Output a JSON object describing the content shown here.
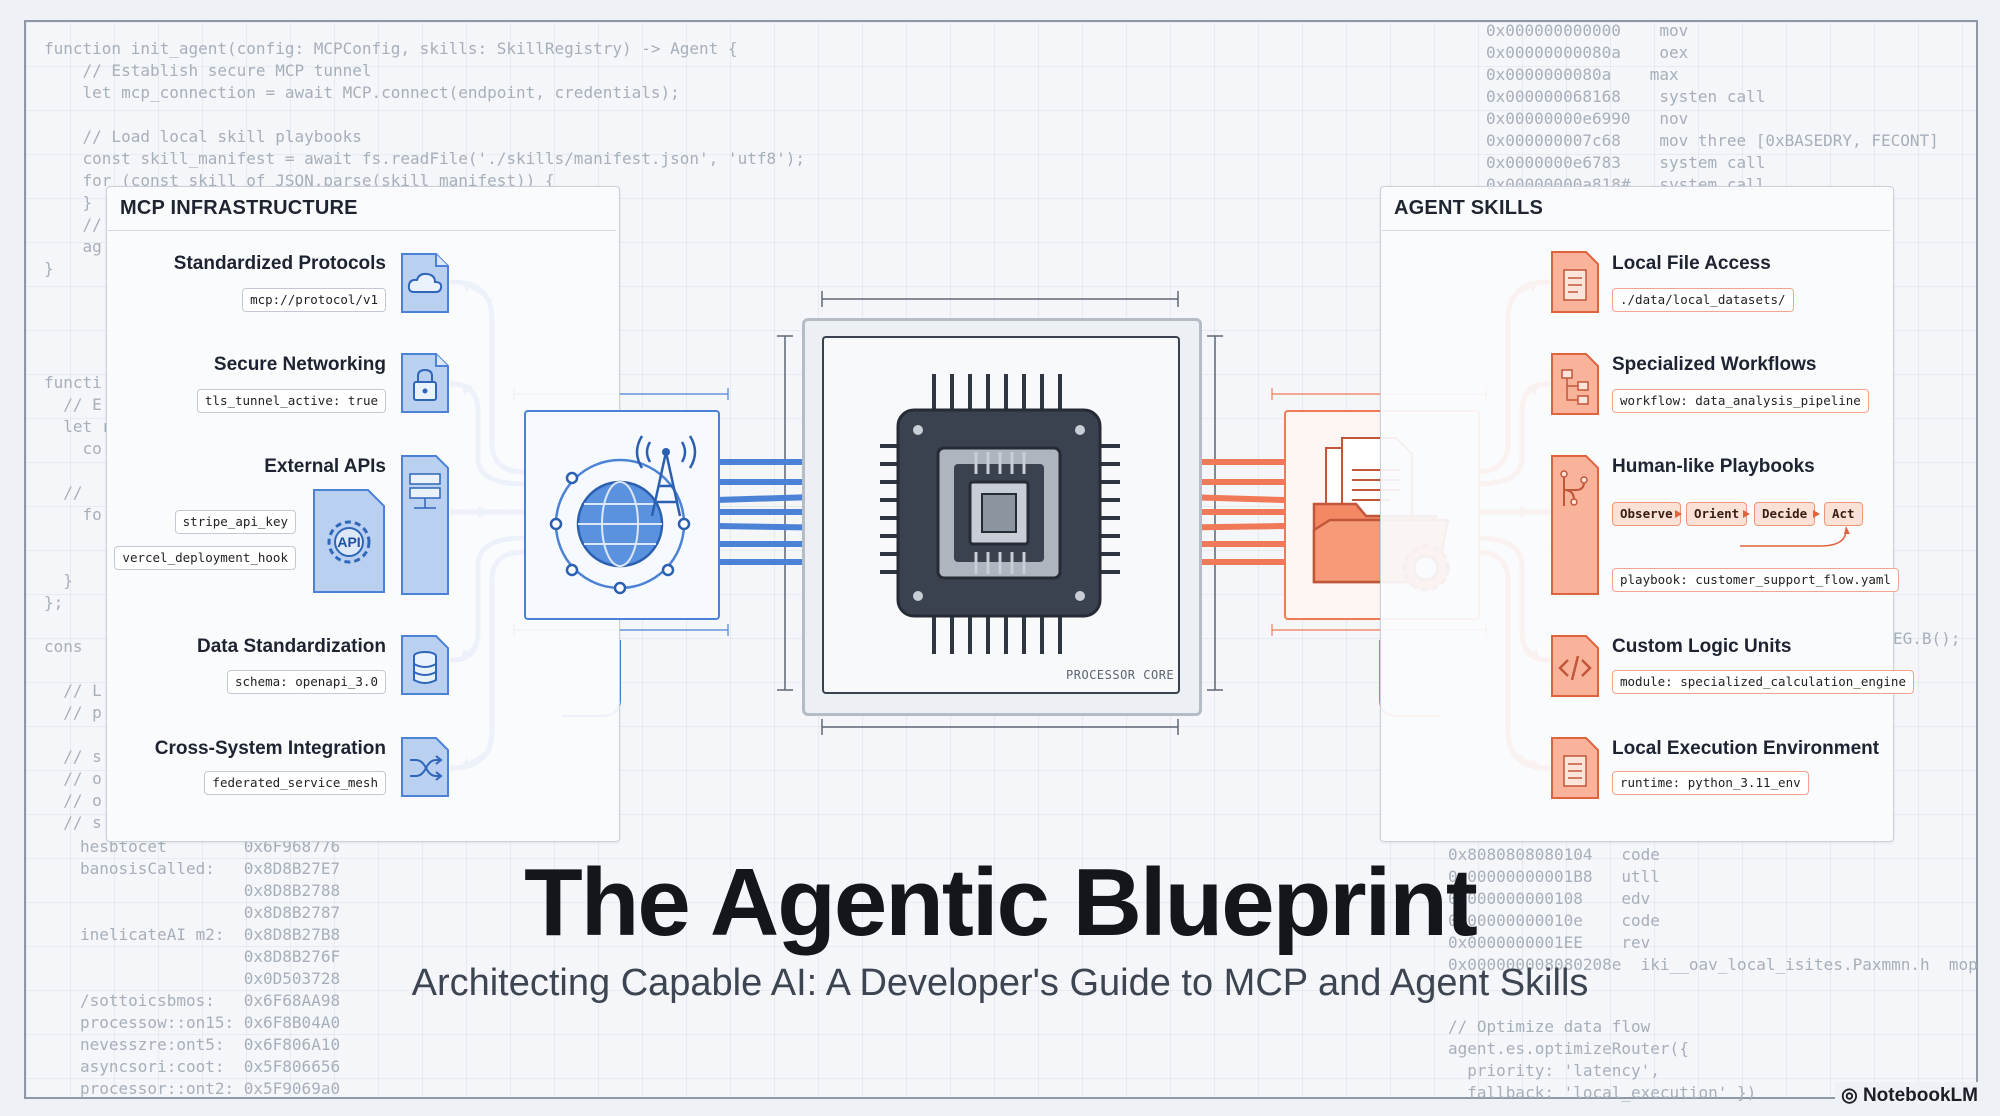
{
  "title": "The Agentic Blueprint",
  "subtitle": "Architecting Capable AI: A Developer's Guide to MCP and Agent Skills",
  "brand": "NotebookLM",
  "processor_label": "PROCESSOR CORE",
  "colors": {
    "blue": "#4b82d6",
    "orange": "#f07a58",
    "dark": "#3a4250"
  },
  "code_top_left": "function init_agent(config: MCPConfig, skills: SkillRegistry) -> Agent {\n    // Establish secure MCP tunnel\n    let mcp_connection = await MCP.connect(endpoint, credentials);\n\n    // Load local skill playbooks\n    const skill_manifest = await fs.readFile('./skills/manifest.json', 'utf8');\n    for (const skill of JSON.parse(skill_manifest)) {\n    }\n    //\n    ag\n}",
  "code_left_mid": "functi\n  // E\n  let r\n    co\n\n  //\n    fo\n\n\n  }\n};\n\ncons\n\n  // L\n  // p\n\n  // s\n  // o\n  // o\n  // s",
  "code_bottom_left": "hesbtocet        0x6F968776\nbanosisCalled:   0x8D8B27E7\n                 0x8D8B2788\n                 0x8D8B2787\ninelicateAI m2:  0x8D8B27B8\n                 0x8D8B276F\n                 0x0D503728\n/sottoicsbmos:   0x6F68AA98\nprocessow::on15: 0x6F8B04A0\nnevesszre:ont5:  0x6F806A10\nasyncsori:coot:  0x5F806656\nprocessor::ont2: 0x5F9069a0",
  "code_top_right": "0x000000000000    mov\n0x00000000080a    oex\n0x0000000080a    max\n0x000000068168    systen call\n0x00000000e6990   nov\n0x000000007c68    mov three [0xBASEDRY, FECONT]\n0x0000000e6783    system call\n0x00000000a818#   system call",
  "code_bottom_right": "0x8080808080104   code\n0x00000000001B8   utll\n0x000000000108    edv\n0x00000000010e    code\n0x0000000001EE    rev\n0x000000008080208e  iki__oav_local_isites.Paxmmn.h  mop",
  "code_bottom_right2": "// Optimize data flow\nagent.es.optimizeRouter({\n  priority: 'latency',\n  fallback: 'local_execution' })",
  "code_right_mid": "EG.B();",
  "mcp": {
    "title": "MCP INFRASTRUCTURE",
    "items": [
      {
        "label": "Standardized Protocols",
        "chip": "mcp://protocol/v1",
        "icon": "cloud-icon"
      },
      {
        "label": "Secure Networking",
        "chip": "tls_tunnel_active: true",
        "icon": "lock-icon"
      },
      {
        "label": "External APIs",
        "chips": [
          "stripe_api_key",
          "vercel_deployment_hook"
        ],
        "api_label": "API",
        "icon": "server-icon"
      },
      {
        "label": "Data Standardization",
        "chip": "schema: openapi_3.0",
        "icon": "database-icon"
      },
      {
        "label": "Cross-System Integration",
        "chip": "federated_service_mesh",
        "icon": "shuffle-icon"
      }
    ]
  },
  "skills": {
    "title": "AGENT SKILLS",
    "items": [
      {
        "label": "Local File Access",
        "chip": "./data/local_datasets/",
        "icon": "document-icon"
      },
      {
        "label": "Specialized Workflows",
        "chip": "workflow: data_analysis_pipeline",
        "icon": "workflow-icon"
      },
      {
        "label": "Human-like Playbooks",
        "steps": [
          "Observe",
          "Orient",
          "Decide",
          "Act"
        ],
        "chip": "playbook: customer_support_flow.yaml",
        "icon": "branch-icon"
      },
      {
        "label": "Custom Logic Units",
        "chip": "module: specialized_calculation_engine",
        "icon": "code-icon"
      },
      {
        "label": "Local Execution Environment",
        "chip": "runtime: python_3.11_env",
        "icon": "file-icon"
      }
    ]
  }
}
